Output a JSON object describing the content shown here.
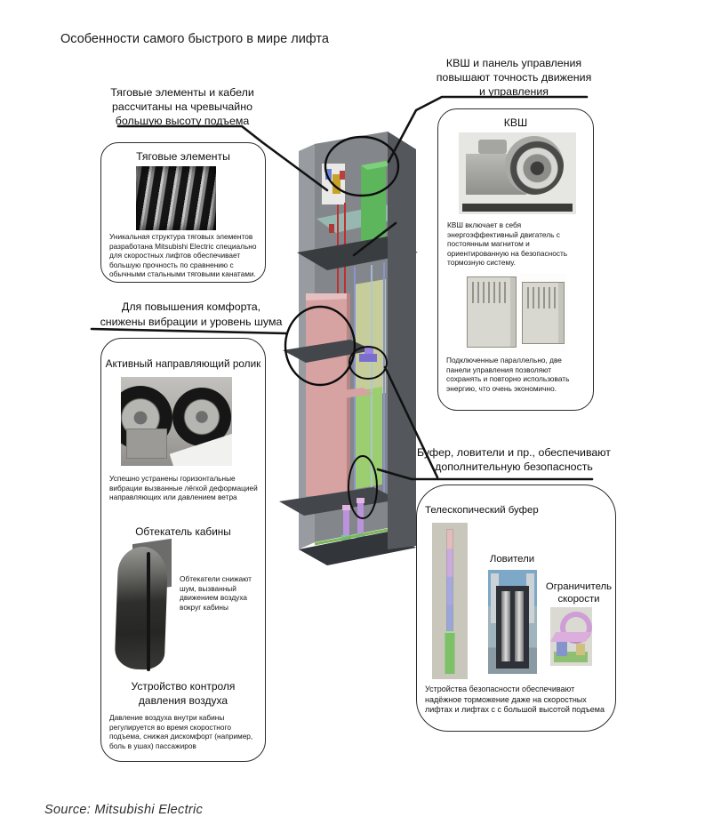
{
  "page": {
    "title": "Особенности самого быстрого в мире лифта",
    "source": "Source: Mitsubishi Electric"
  },
  "callouts": {
    "traction_cables": "Тяговые элементы и кабели\nрассчитаны на чревычайно\nбольшую высоту подъема",
    "machine_panel": "КВШ и панель управления\nповышают точность движения\nи управления",
    "comfort": "Для повышения комфорта,\nснижены вибрации и уровень шума",
    "safety": "Буфер, ловители и пр., обеспечивают\nдополнительную безопасность"
  },
  "boxes": {
    "traction": {
      "title": "Тяговые элементы",
      "body": "Уникальная структура тяговых элементов разработана Mitsubishi Electric специально для скоростных лифтов обеспечивает большую прочность по сравнению с обычными стальными тяговыми канатами."
    },
    "comfort": {
      "roller_title": "Активный направляющий ролик",
      "roller_body": "Успешно устранены горизонтальные вибрации вызванные лёгкой деформацией направляющих или давлением ветра",
      "fairing_title": "Обтекатель кабины",
      "fairing_body": "Обтекатели снижают шум, вызванный движением воздуха вокруг кабины",
      "pressure_title": "Устройство контроля\nдавления воздуха",
      "pressure_body": "Давление воздуха внутри кабины регулируется во время скоростного подъема, снижая дискомфорт (например, боль в ушах) пассажиров"
    },
    "machine": {
      "title": "КВШ",
      "machine_body": "КВШ включает в себя энергоэффективный двигатель с постоянным магнитом и ориентированную на безопасность тормозную систему.",
      "panels_body": "Подключенные параллельно, две панели управления позволяют сохранять и повторно использовать энергию, что очень экономично."
    },
    "safety": {
      "buffer_title": "Телескопический буфер",
      "catchers_title": "Ловители",
      "governor_title": "Ограничитель\nскорости",
      "body": "Устройства безопасности обеспечивают надёжное торможение даже на скоростных лифтах и лифтах с с большой высотой подъема"
    }
  },
  "images": {
    "steel_ropes": "steel-wire-ropes-photo",
    "active_roller": "active-guide-roller-photo",
    "car_fairing": "car-aerodynamic-fairing-photo",
    "traction_machine": "traction-machine-photo",
    "control_panels": "two-control-panels-photo",
    "telescopic_buffer": "telescopic-buffer-photo",
    "safety_gear": "safety-gear-photo",
    "speed_governor": "speed-governor-photo",
    "shaft": "elevator-shaft-cutaway-3d"
  },
  "colors": {
    "leader_line": "#121212",
    "box_border": "#2c2c2c",
    "green_panel": "#5db55c",
    "car_pink": "#d6a2a2",
    "counterweight_green": "#9ccd70",
    "rope_red": "#c03030",
    "rail_blue": "#8b93d2",
    "buffer_purple": "#bb93da"
  }
}
